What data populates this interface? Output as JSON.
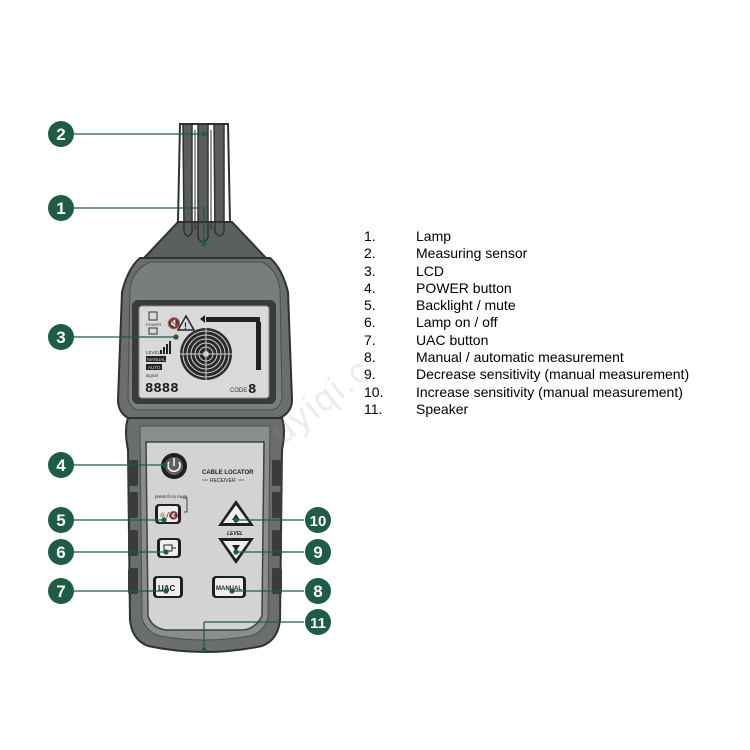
{
  "callouts": [
    "2",
    "1",
    "3",
    "4",
    "5",
    "6",
    "7",
    "10",
    "9",
    "8",
    "11"
  ],
  "device": {
    "lcd": {
      "power": "POWER",
      "level": "LEVEL",
      "manual": "MANUAL",
      "auto": "AUTO",
      "signal": "signal",
      "digits": "8888",
      "code_label": "CODE",
      "code_value": "8"
    },
    "panel": {
      "title": "CABLE LOCATOR",
      "subtitle": "RECEIVER",
      "press_fn_mute": "press fn to mute",
      "level": "LEVEL",
      "uac": "UAC",
      "manual": "MANUAL"
    }
  },
  "legend": [
    {
      "num": "1.",
      "text": "Lamp"
    },
    {
      "num": "2.",
      "text": "Measuring sensor"
    },
    {
      "num": "3.",
      "text": "LCD"
    },
    {
      "num": "4.",
      "text": "POWER button"
    },
    {
      "num": "5.",
      "text": "Backlight / mute"
    },
    {
      "num": "6.",
      "text": "Lamp on / off"
    },
    {
      "num": "7.",
      "text": "UAC button"
    },
    {
      "num": "8.",
      "text": "Manual / automatic measurement"
    },
    {
      "num": "9.",
      "text": "Decrease sensitivity (manual measurement)"
    },
    {
      "num": "10.",
      "text": "Increase sensitivity (manual measurement)"
    },
    {
      "num": "11.",
      "text": "Speaker"
    }
  ],
  "watermark": "uyiqi.c",
  "colors": {
    "accent": "#1e5c44",
    "body": "#666b67",
    "body_dark": "#3d403e",
    "lcd": "#d6d6d6"
  }
}
